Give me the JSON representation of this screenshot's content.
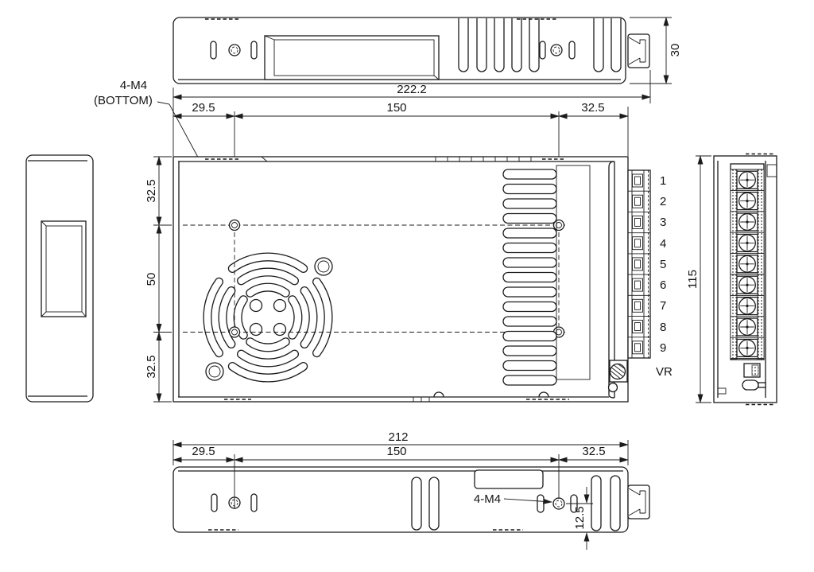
{
  "annotations": {
    "mounting_note": {
      "line1": "4-M4",
      "line2": "(BOTTOM)"
    },
    "bottom_mounting_note": "4-M4"
  },
  "dimensions": {
    "top_view": {
      "total_length": "222.2",
      "left_hole_offset": "29.5",
      "hole_spacing": "150",
      "right_hole_offset": "32.5",
      "height": "30"
    },
    "front_view": {
      "top_offset": "32.5",
      "hole_spacing": "50",
      "bottom_offset": "32.5"
    },
    "end_view": {
      "height": "115"
    },
    "bottom_view": {
      "total_length": "212",
      "left_hole_offset": "29.5",
      "hole_spacing": "150",
      "right_hole_offset": "32.5",
      "hole_to_edge": "12.5"
    }
  },
  "terminals": {
    "numbers": [
      "1",
      "2",
      "3",
      "4",
      "5",
      "6",
      "7",
      "8",
      "9"
    ],
    "vr": "VR"
  },
  "colors": {
    "line": "#1b1b1b",
    "background": "#ffffff"
  }
}
